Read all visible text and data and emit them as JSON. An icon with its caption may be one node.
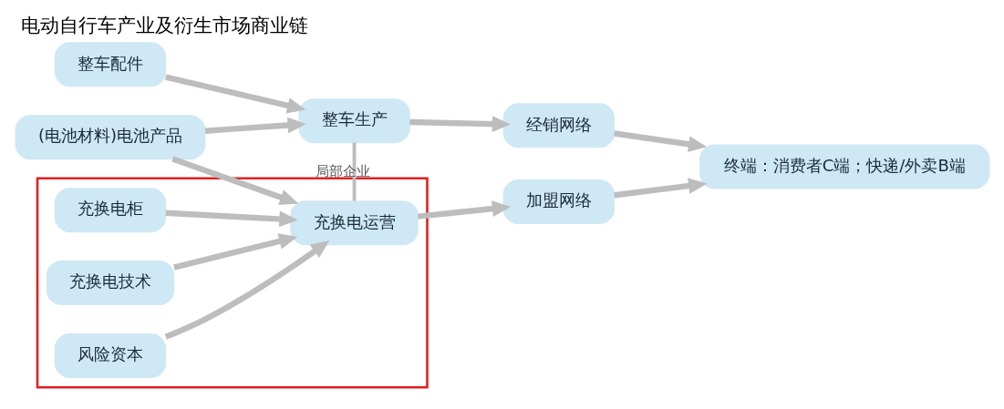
{
  "diagram": {
    "title": "电动自行车产业及衍生市场商业链",
    "nodes": [
      {
        "text": [
          "整车配件"
        ]
      },
      {
        "text": [
          "(电池材料)电池产品"
        ]
      },
      {
        "text": [],
        "shape": "box"
      },
      {
        "text": [
          "充换电柜"
        ],
        "in": 2
      },
      {
        "text": [
          "充换电技术"
        ],
        "in": 2
      },
      {
        "text": [
          "风险资本"
        ],
        "in": 2
      },
      {
        "text": [
          "整车生产"
        ]
      },
      {
        "text": [
          "充换电运营"
        ],
        "in": 2
      },
      {
        "text": [
          "经销网络"
        ]
      },
      {
        "text": [
          "加盟网络"
        ]
      },
      {
        "text": [
          "终端：消费者C端；快递/外卖B端"
        ]
      }
    ],
    "edges": [
      {
        "from": 0,
        "to": 6,
        "arrow": "to"
      },
      {
        "from": 1,
        "to": 6,
        "arrow": "to"
      },
      {
        "from": 1,
        "to": 7,
        "arrow": "to"
      },
      {
        "from": 3,
        "to": 7,
        "arrow": "to"
      },
      {
        "from": 4,
        "to": 7,
        "arrow": "to"
      },
      {
        "from": 5,
        "to": 7,
        "arrow": "to"
      },
      {
        "from": 6,
        "to": 7,
        "arrow": "none",
        "label": "局部企业"
      },
      {
        "from": 6,
        "to": 8,
        "arrow": "to"
      },
      {
        "from": 7,
        "to": 9,
        "arrow": "to"
      },
      {
        "from": 8,
        "to": 10,
        "arrow": "to"
      },
      {
        "from": 9,
        "to": 10,
        "arrow": "to"
      }
    ]
  }
}
